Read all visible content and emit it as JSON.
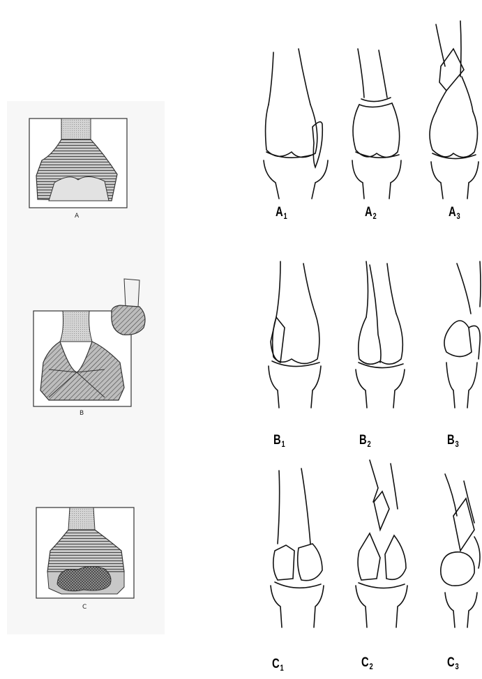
{
  "figure": {
    "schematics": [
      {
        "id": "A",
        "caption": "A"
      },
      {
        "id": "B",
        "caption": "B"
      },
      {
        "id": "C",
        "caption": "C"
      }
    ],
    "subtypes": [
      {
        "letter": "A",
        "num": "1"
      },
      {
        "letter": "A",
        "num": "2"
      },
      {
        "letter": "A",
        "num": "3"
      },
      {
        "letter": "B",
        "num": "1"
      },
      {
        "letter": "B",
        "num": "2"
      },
      {
        "letter": "B",
        "num": "3"
      },
      {
        "letter": "C",
        "num": "1"
      },
      {
        "letter": "C",
        "num": "2"
      },
      {
        "letter": "C",
        "num": "3"
      }
    ]
  }
}
